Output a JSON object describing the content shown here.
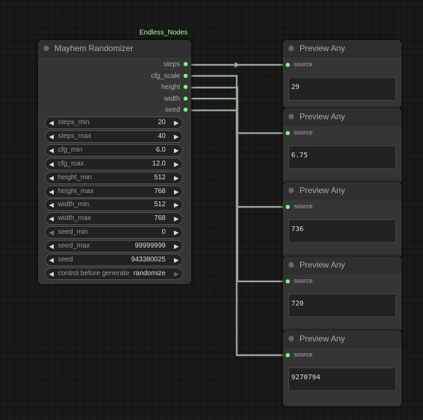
{
  "badge": "Endless_Nodes",
  "main": {
    "title": "Mayhem Randomizer",
    "outputs": [
      "steps",
      "cfg_scale",
      "height",
      "width",
      "seed"
    ],
    "widgets": [
      {
        "name": "steps_min",
        "value": "20"
      },
      {
        "name": "steps_max",
        "value": "40"
      },
      {
        "name": "cfg_min",
        "value": "6.0"
      },
      {
        "name": "cfg_max",
        "value": "12.0"
      },
      {
        "name": "height_min",
        "value": "512"
      },
      {
        "name": "height_max",
        "value": "768"
      },
      {
        "name": "width_min",
        "value": "512"
      },
      {
        "name": "width_max",
        "value": "768"
      },
      {
        "name": "seed_min",
        "value": "0"
      },
      {
        "name": "seed_max",
        "value": "99999999"
      },
      {
        "name": "seed",
        "value": "943380025"
      },
      {
        "name": "control before generate",
        "value": "randomize"
      }
    ]
  },
  "previews": [
    {
      "title": "Preview Any",
      "input": "source",
      "value": "29"
    },
    {
      "title": "Preview Any",
      "input": "source",
      "value": "6.75"
    },
    {
      "title": "Preview Any",
      "input": "source",
      "value": "736"
    },
    {
      "title": "Preview Any",
      "input": "source",
      "value": "720"
    },
    {
      "title": "Preview Any",
      "input": "source",
      "value": "9270794"
    }
  ],
  "colors": {
    "wire": "#9aa89a",
    "slot": "#77ff77"
  }
}
